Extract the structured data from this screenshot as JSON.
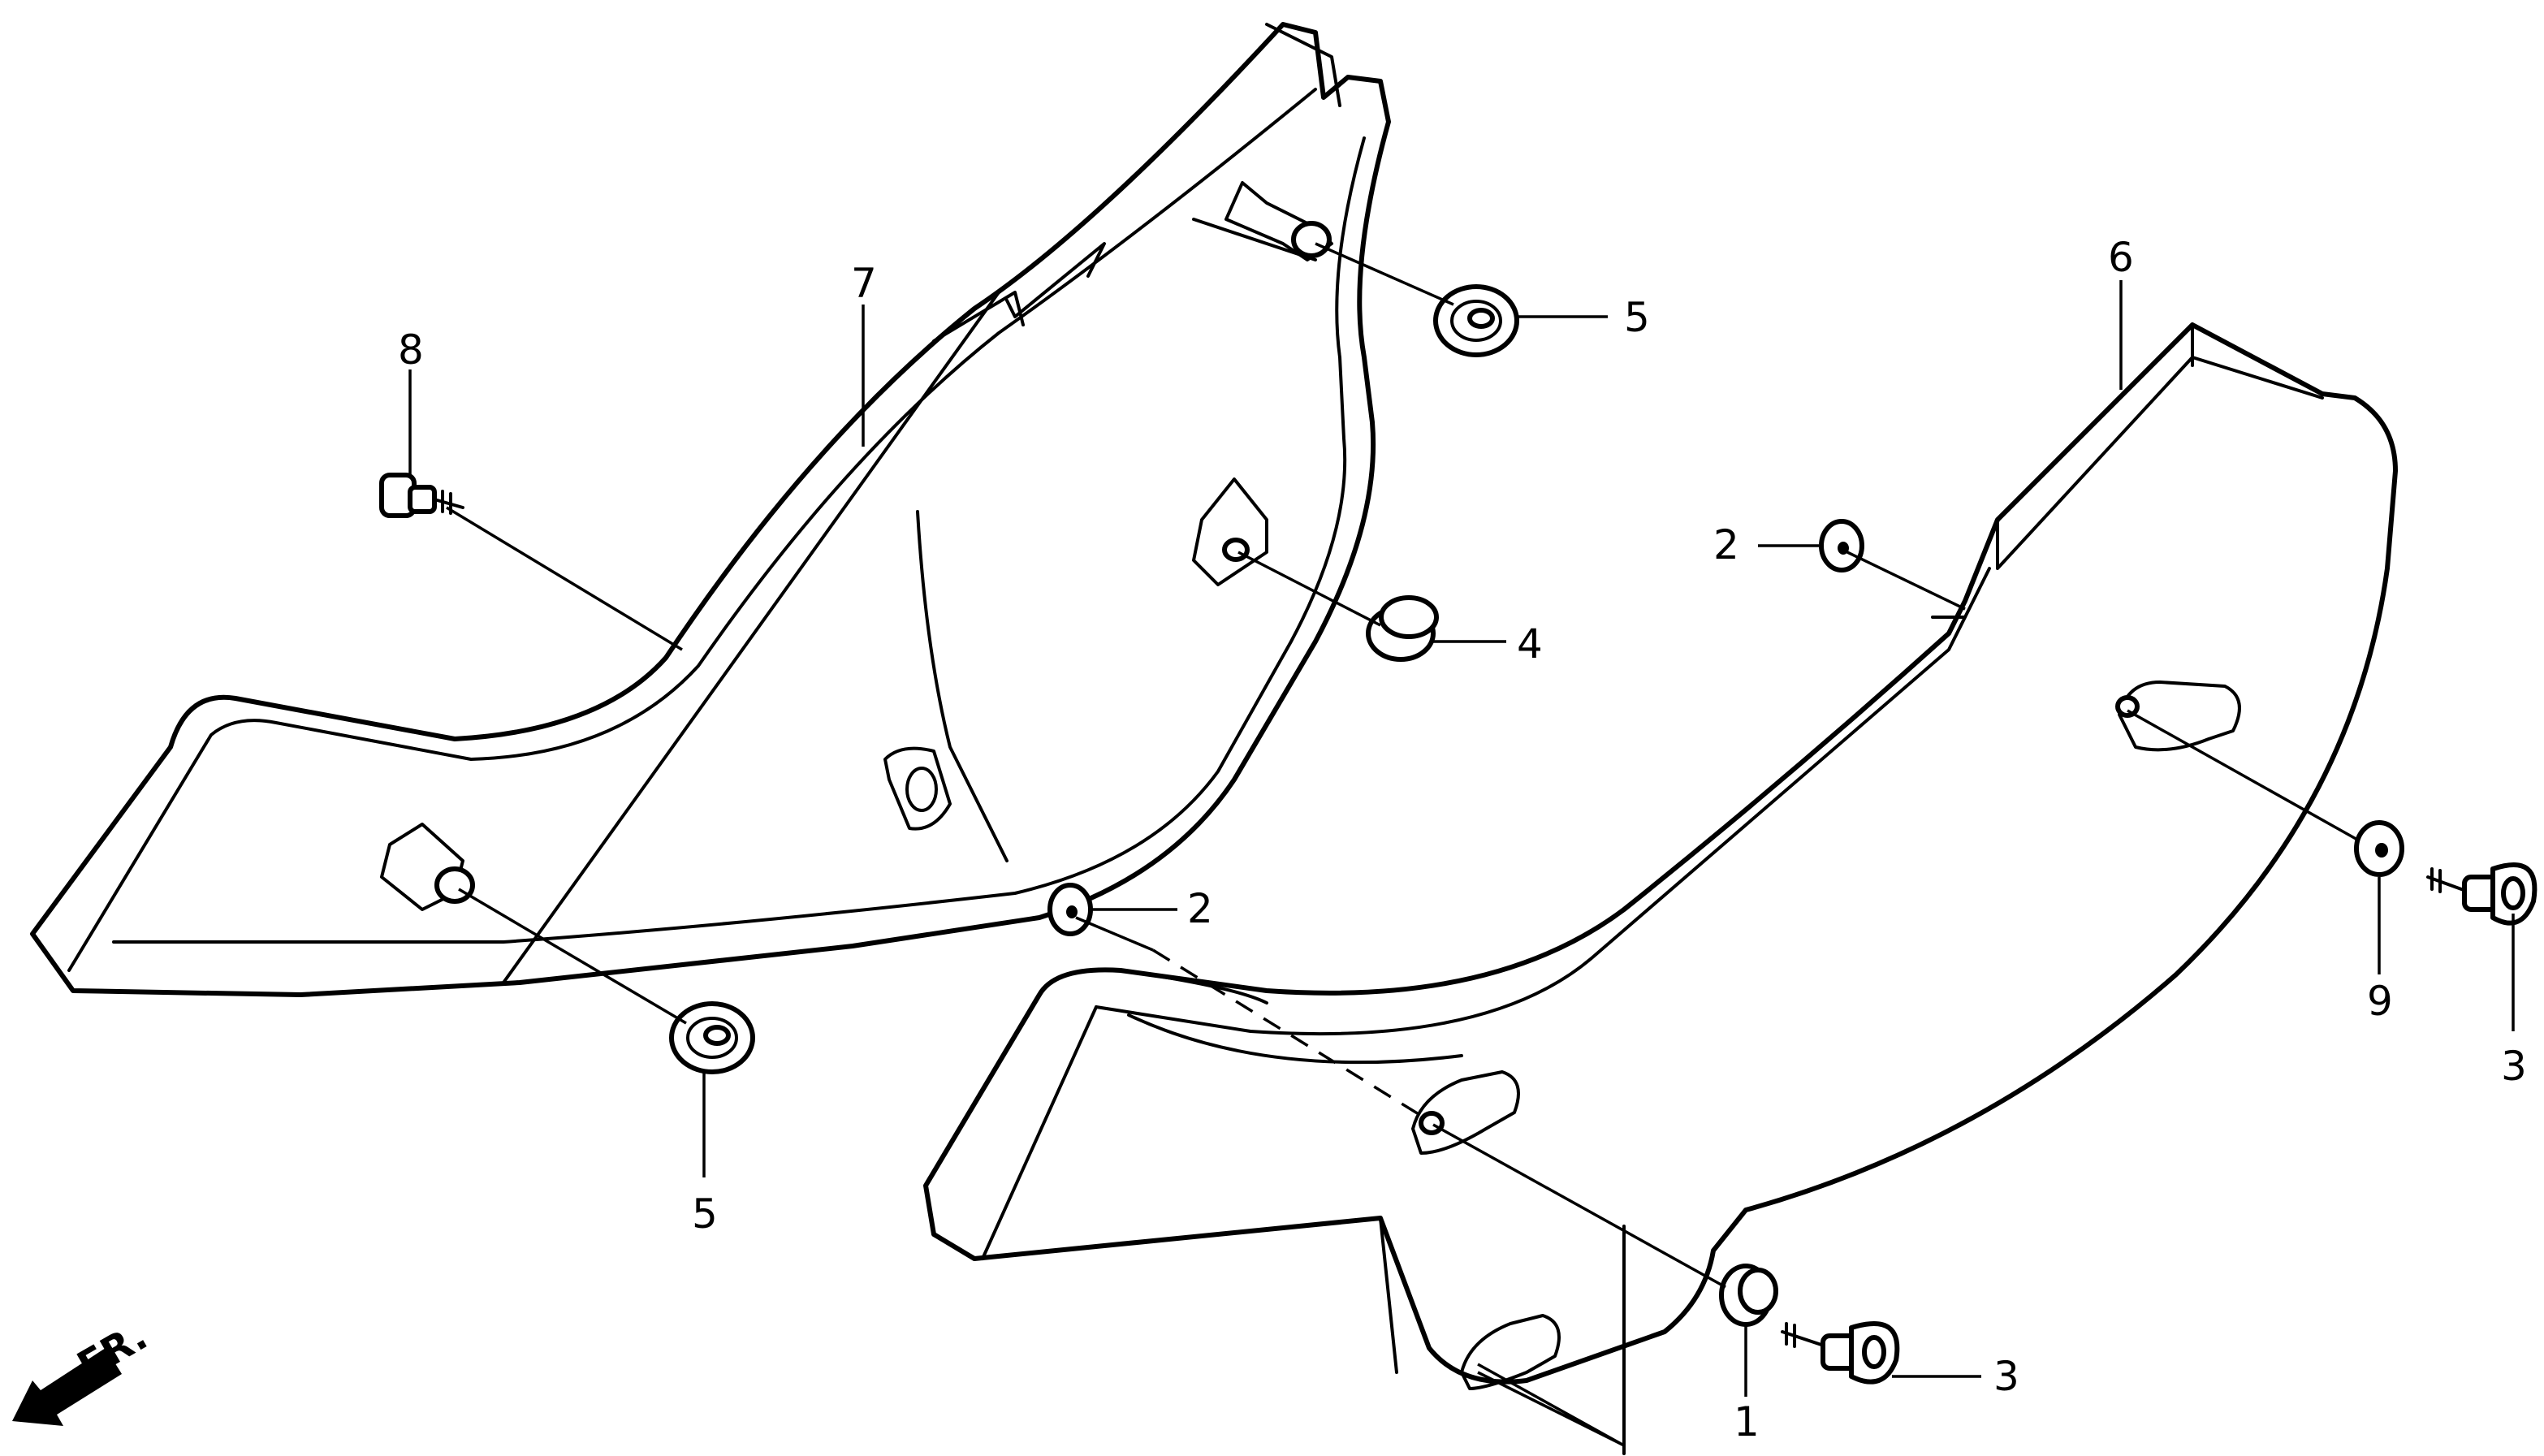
{
  "diagram": {
    "direction_label": "FR.",
    "callouts": [
      {
        "id": "c1",
        "text": "1"
      },
      {
        "id": "c2a",
        "text": "2"
      },
      {
        "id": "c2b",
        "text": "2"
      },
      {
        "id": "c3a",
        "text": "3"
      },
      {
        "id": "c3b",
        "text": "3"
      },
      {
        "id": "c4",
        "text": "4"
      },
      {
        "id": "c5a",
        "text": "5"
      },
      {
        "id": "c5b",
        "text": "5"
      },
      {
        "id": "c6",
        "text": "6"
      },
      {
        "id": "c7",
        "text": "7"
      },
      {
        "id": "c8",
        "text": "8"
      },
      {
        "id": "c9",
        "text": "9"
      }
    ],
    "icons": [
      "front-direction-arrow-icon"
    ]
  }
}
